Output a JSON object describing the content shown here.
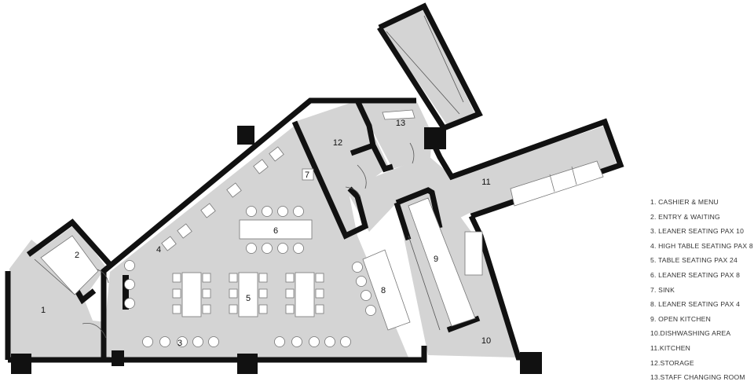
{
  "rooms": {
    "r1": "1",
    "r2": "2",
    "r3": "3",
    "r4": "4",
    "r5": "5",
    "r6": "6",
    "r7": "7",
    "r8": "8",
    "r9": "9",
    "r10": "10",
    "r11": "11",
    "r12": "12",
    "r13": "13"
  },
  "legend": [
    "1. CASHIER & MENU",
    "2. ENTRY & WAITING",
    "3. LEANER SEATING PAX 10",
    "4. HIGH TABLE SEATING  PAX 8",
    "5. TABLE SEATING PAX 24",
    "6. LEANER SEATING PAX 8",
    "7. SINK",
    "8. LEANER SEATING PAX 4",
    "9. OPEN KITCHEN",
    "10.DISHWASHING AREA",
    "11.KITCHEN",
    "12.STORAGE",
    "13.STAFF CHANGING ROOM"
  ],
  "colors": {
    "floor": "#d4d4d4",
    "wall": "#111111",
    "furniture": "#ffffff"
  }
}
